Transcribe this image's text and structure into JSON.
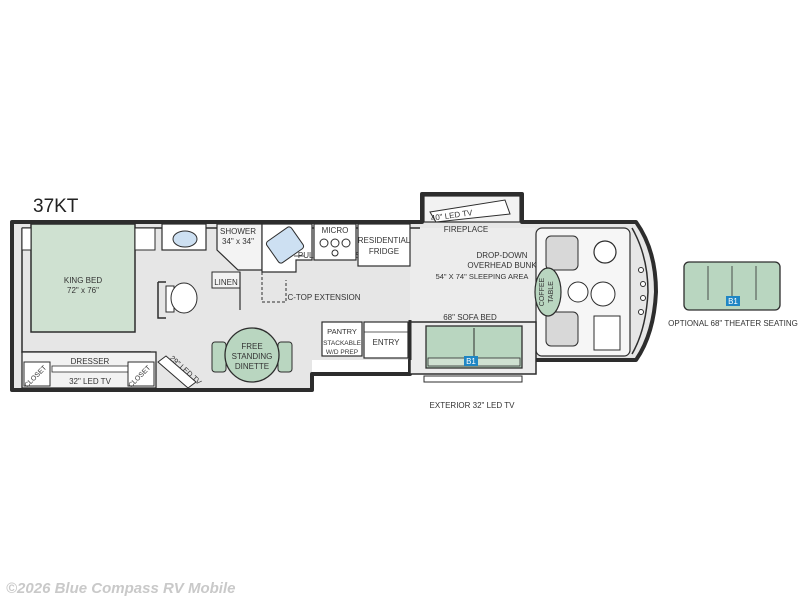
{
  "model": "37KT",
  "watermark": "©2026 Blue Compass RV Mobile",
  "colors": {
    "wall": "#2d2d2d",
    "floor": "#e3e3e3",
    "accent_green": "#b9d6c0",
    "bed_green": "#cfe1d1",
    "badge_blue": "#1f86c4"
  },
  "labels": {
    "fireplace_tv": "40\" LED TV",
    "fireplace": "FIREPLACE",
    "shower": "SHOWER",
    "shower_size": "34\" x 34\"",
    "micro": "MICRO",
    "fridge_1": "RESIDENTIAL",
    "fridge_2": "FRIDGE",
    "bunk_1": "DROP-DOWN",
    "bunk_2": "OVERHEAD BUNK",
    "bunk_3": "54\" X 74\" SLEEPING AREA",
    "king_bed": "KING BED",
    "king_bed_size": "72\" x 76\"",
    "linen": "LINEN",
    "trash": "PULL-OUT TRASH BIN",
    "ctop": "C-TOP EXTENSION",
    "coffee_1": "COFFEE",
    "coffee_2": "TABLE",
    "sofa_bed": "68\" SOFA BED",
    "pantry": "PANTRY",
    "stackable_1": "STACKABLE",
    "stackable_2": "W/D PREP",
    "entry": "ENTRY",
    "dinette_1": "FREE",
    "dinette_2": "STANDING",
    "dinette_3": "DINETTE",
    "dresser": "DRESSER",
    "bed_tv": "32\" LED TV",
    "closet_left": "CLOSET",
    "closet_right": "CLOSET",
    "side_tv": "29\" LED TV",
    "exterior_tv": "EXTERIOR 32\" LED TV",
    "badge": "B1",
    "badge_optional": "B1",
    "optional_seating": "OPTIONAL 68\" THEATER SEATING"
  }
}
